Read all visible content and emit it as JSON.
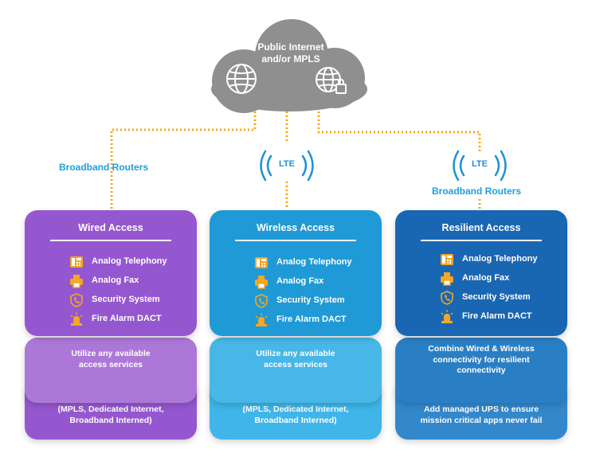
{
  "cloud": {
    "title_line1": "Public Internet",
    "title_line2": "and/or MPLS"
  },
  "routers": {
    "wired_label": "Broadband Routers",
    "resilient_label": "Broadband Routers"
  },
  "lte": {
    "wireless_badge": "LTE",
    "resilient_badge": "LTE"
  },
  "columns": [
    {
      "title": "Wired Access",
      "services": [
        "Analog Telephony",
        "Analog Fax",
        "Security System",
        "Fire Alarm DACT"
      ],
      "middle_text": [
        "Utilize any available",
        "access services"
      ],
      "bottom_text": [
        "(MPLS, Dedicated Internet,",
        "Broadband Interned)"
      ],
      "colors": {
        "main": "#9557cf",
        "mid": "#ac78d8",
        "bottom": "#9557cf"
      }
    },
    {
      "title": "Wireless Access",
      "services": [
        "Analog Telephony",
        "Analog Fax",
        "Security System",
        "Fire Alarm DACT"
      ],
      "middle_text": [
        "Utilize any available",
        "access services"
      ],
      "bottom_text": [
        "(MPLS, Dedicated Internet,",
        "Broadband Interned)"
      ],
      "colors": {
        "main": "#1f9ad7",
        "mid": "#48b6e6",
        "bottom": "#3fb5ea"
      }
    },
    {
      "title": "Resilient Access",
      "services": [
        "Analog Telephony",
        "Analog Fax",
        "Security System",
        "Fire Alarm DACT"
      ],
      "middle_text": [
        "Combine Wired & Wireless",
        "connectivity for resilient",
        "connectivity"
      ],
      "bottom_text": [
        "Add managed UPS to ensure",
        "mission critical apps never fail"
      ],
      "colors": {
        "main": "#1966b3",
        "mid": "#2a7fc4",
        "bottom": "#3387cb"
      }
    }
  ],
  "palette": {
    "connector": "#f5a623",
    "cloud": "#8f8f8f",
    "accent_text": "#1ea0dc",
    "icon_orange": "#f5a623"
  },
  "icons": [
    "phone-icon",
    "fax-icon",
    "security-icon",
    "fire-alarm-icon",
    "globe-icon",
    "cloud-icon"
  ]
}
